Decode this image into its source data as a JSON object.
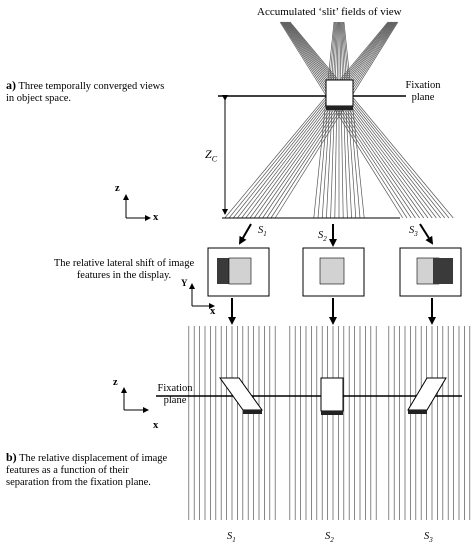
{
  "top_title": "Accumulated ‘slit’ fields of view",
  "part_a": {
    "letter": "a)",
    "text": "Three temporally converged views in object space."
  },
  "fixation_plane_top": {
    "line1": "Fixation",
    "line2": "plane"
  },
  "zc": {
    "main": "Z",
    "sub": "C"
  },
  "axes_top": {
    "z": "z",
    "x": "x"
  },
  "axes_mid": {
    "y": "Y",
    "x": "x"
  },
  "axes_bottom": {
    "z": "z",
    "x": "x"
  },
  "shift_text": "The relative lateral shift of image features in the display.",
  "s_labels_top": [
    {
      "main": "S",
      "sub": "1"
    },
    {
      "main": "S",
      "sub": "2"
    },
    {
      "main": "S",
      "sub": "3"
    }
  ],
  "fixation_plane_bottom": {
    "line1": "Fixation",
    "line2": "plane"
  },
  "part_b": {
    "letter": "b)",
    "text": "The relative displacement of image features as a function of their separation from the fixation plane."
  },
  "s_labels_bottom": [
    {
      "main": "S",
      "sub": "1"
    },
    {
      "main": "S",
      "sub": "2"
    },
    {
      "main": "S",
      "sub": "3"
    }
  ],
  "colors": {
    "ink": "#000000",
    "light_gray": "#c8c8c8",
    "dark_gray": "#3a3a3a",
    "line_gray": "#555555"
  }
}
